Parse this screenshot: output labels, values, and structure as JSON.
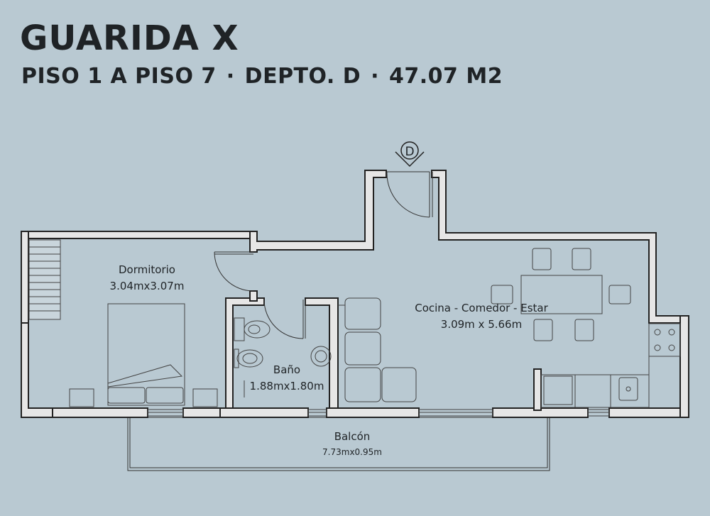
{
  "header": {
    "title": "GUARIDA X",
    "subtitle_parts": [
      "PISO 1 A PISO 7",
      "DEPTO. D",
      "47.07 M2"
    ],
    "separator": "·"
  },
  "entrance_marker": "D",
  "rooms": {
    "dormitorio": {
      "name": "Dormitorio",
      "dims": "3.04mx3.07m"
    },
    "bano": {
      "name": "Baño",
      "dims": "1.88mx1.80m"
    },
    "cocina": {
      "name": "Cocina - Comedor - Estar",
      "dims": "3.09m x 5.66m"
    },
    "balcon": {
      "name": "Balcón",
      "dims": "7.73mx0.95m"
    }
  },
  "colors": {
    "background": "#b9c9d2",
    "wall": "#e6e6e6",
    "wall_outline": "#222222",
    "fixture_line": "#3a3a3a"
  }
}
